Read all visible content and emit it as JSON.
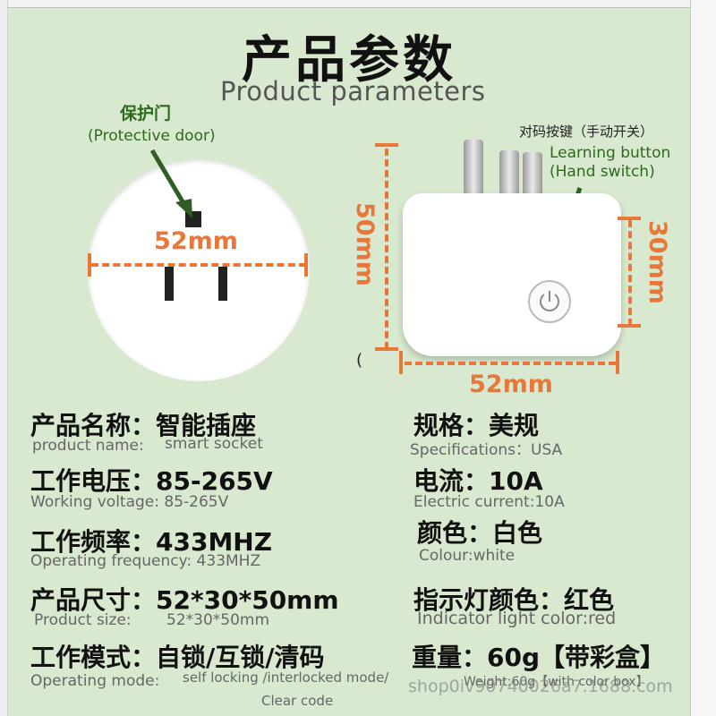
{
  "header": {
    "title_cn": "产品参数",
    "title_en": "Product parameters"
  },
  "annotations": {
    "door_cn": "保护门",
    "door_en": "(Protective door)",
    "button_cn": "对码按键（手动开关）",
    "button_en_1": "Learning button",
    "button_en_2": "(Hand switch)",
    "paren": "("
  },
  "dimensions": {
    "front_width": "52mm",
    "height": "50mm",
    "depth": "30mm",
    "side_width": "52mm"
  },
  "specs": {
    "name_cn": "产品名称：智能插座",
    "name_en_label": "product name:",
    "name_en_value": "smart socket",
    "spec_cn": "规格：美规",
    "spec_en": "Specifications：USA",
    "voltage_cn": "工作电压：85-265V",
    "voltage_en": "Working voltage: 85-265V",
    "current_cn": "电流：10A",
    "current_en": "Electric current:10A",
    "freq_cn": "工作频率：433MHZ",
    "freq_en": "Operating frequency: 433MHZ",
    "color_cn": "颜色：白色",
    "color_en": "Colour:white",
    "size_cn": "产品尺寸：52*30*50mm",
    "size_en_label": "Product size:",
    "size_en_value": "52*30*50mm",
    "indicator_cn": "指示灯颜色：红色",
    "indicator_en": "Indicator light color:red",
    "mode_cn": "工作模式：自锁/互锁/清码",
    "mode_en_label": "Operating mode:",
    "mode_en_value": "self locking /interlocked mode/",
    "mode_en_value_2": "Clear code",
    "weight_cn": "重量：60g【带彩盒】",
    "weight_en": "Weight:60g【with color box】"
  },
  "watermark": "shop0iv90740026a7.1688.com",
  "colors": {
    "background": "#d8e9cf",
    "accent_orange": "#e8773a",
    "annotation_green": "#2e6a1e"
  }
}
